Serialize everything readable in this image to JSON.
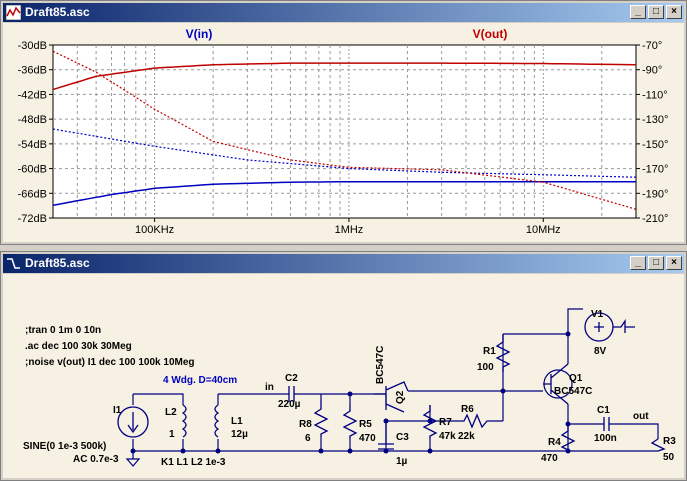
{
  "windows": {
    "plot": {
      "title": "Draft85.asc"
    },
    "schematic": {
      "title": "Draft85.asc"
    }
  },
  "window_buttons": {
    "minimize": "_",
    "maximize": "□",
    "close": "×"
  },
  "colors": {
    "vin": "#0000c0",
    "vout": "#c00000",
    "wire": "#000080",
    "grid": "#9a9a9a",
    "plot_bg": "#ffffff",
    "title_active": "#0a246a"
  },
  "chart_data": {
    "type": "line",
    "x_scale": "log",
    "xlim": [
      30000,
      30000000
    ],
    "x_tick_labels": [
      "100KHz",
      "1MHz",
      "10MHz"
    ],
    "x_tick_values": [
      100000,
      1000000,
      10000000
    ],
    "ylim_left": [
      -72,
      -30
    ],
    "y_left_ticks": [
      "-30dB",
      "-36dB",
      "-42dB",
      "-48dB",
      "-54dB",
      "-60dB",
      "-66dB",
      "-72dB"
    ],
    "y_left_values": [
      -30,
      -36,
      -42,
      -48,
      -54,
      -60,
      -66,
      -72
    ],
    "ylim_right": [
      -210,
      -70
    ],
    "y_right_ticks": [
      "-70°",
      "-90°",
      "-110°",
      "-130°",
      "-150°",
      "-170°",
      "-190°",
      "-210°"
    ],
    "y_right_values": [
      -70,
      -90,
      -110,
      -130,
      -150,
      -170,
      -190,
      -210
    ],
    "grid": true,
    "series": [
      {
        "name": "V(in)",
        "color": "#0000c0",
        "axis": "left",
        "style": "solid",
        "x": [
          30000,
          60000,
          100000,
          200000,
          500000,
          1000000,
          3000000,
          10000000,
          30000000
        ],
        "y": [
          -68.9,
          -66.3,
          -64.8,
          -63.8,
          -63.3,
          -63.2,
          -63.2,
          -63.2,
          -63.2
        ]
      },
      {
        "name": "V(out)",
        "color": "#c00000",
        "axis": "left",
        "style": "solid",
        "x": [
          30000,
          50000,
          100000,
          200000,
          500000,
          1000000,
          3000000,
          10000000,
          30000000
        ],
        "y": [
          -40.8,
          -37.6,
          -35.6,
          -34.8,
          -34.4,
          -34.4,
          -34.4,
          -34.5,
          -34.8
        ]
      },
      {
        "name": "V(in) phase",
        "color": "#0000c0",
        "axis": "right",
        "style": "dotted",
        "x": [
          30000,
          100000,
          300000,
          1000000,
          3000000,
          10000000,
          30000000
        ],
        "y": [
          -138,
          -152,
          -163,
          -170,
          -173,
          -175,
          -177
        ]
      },
      {
        "name": "V(out) phase",
        "color": "#c00000",
        "axis": "right",
        "style": "dotted",
        "x": [
          30000,
          50000,
          100000,
          200000,
          500000,
          1000000,
          3000000,
          10000000,
          30000000
        ],
        "y": [
          -75,
          -92,
          -122,
          -148,
          -163,
          -169,
          -171,
          -181,
          -203
        ]
      }
    ]
  },
  "schematic": {
    "directives": [
      ";tran 0 1m 0 10n",
      ".ac dec 100 30k 30Meg",
      ";noise v(out) I1 dec 100 100k 10Meg"
    ],
    "annotation": "4 Wdg. D=40cm",
    "nets": {
      "in": "in",
      "out": "out"
    },
    "components": {
      "I1": {
        "name": "I1",
        "value": "SINE(0 1e-3 500k)",
        "ac": "AC 0.7e-3"
      },
      "L2": {
        "name": "L2",
        "value": "1"
      },
      "L1": {
        "name": "L1",
        "value": "12µ"
      },
      "K1": {
        "text": "K1 L1 L2 1e-3"
      },
      "C2": {
        "name": "C2",
        "value": "220µ"
      },
      "R8": {
        "name": "R8",
        "value": "6"
      },
      "R5": {
        "name": "R5",
        "value": "470"
      },
      "Q2": {
        "name": "Q2",
        "model": "BC547C"
      },
      "C3": {
        "name": "C3",
        "value": "1µ"
      },
      "R7": {
        "name": "R7",
        "value": "47k"
      },
      "R6": {
        "name": "R6",
        "value": "22k"
      },
      "R1": {
        "name": "R1",
        "value": "100"
      },
      "Q1": {
        "name": "Q1",
        "model": "BC547C"
      },
      "V1": {
        "name": "V1",
        "value": "8V"
      },
      "C1": {
        "name": "C1",
        "value": "100n"
      },
      "R4": {
        "name": "R4",
        "value": "470"
      },
      "R3": {
        "name": "R3",
        "value": "50"
      }
    }
  }
}
